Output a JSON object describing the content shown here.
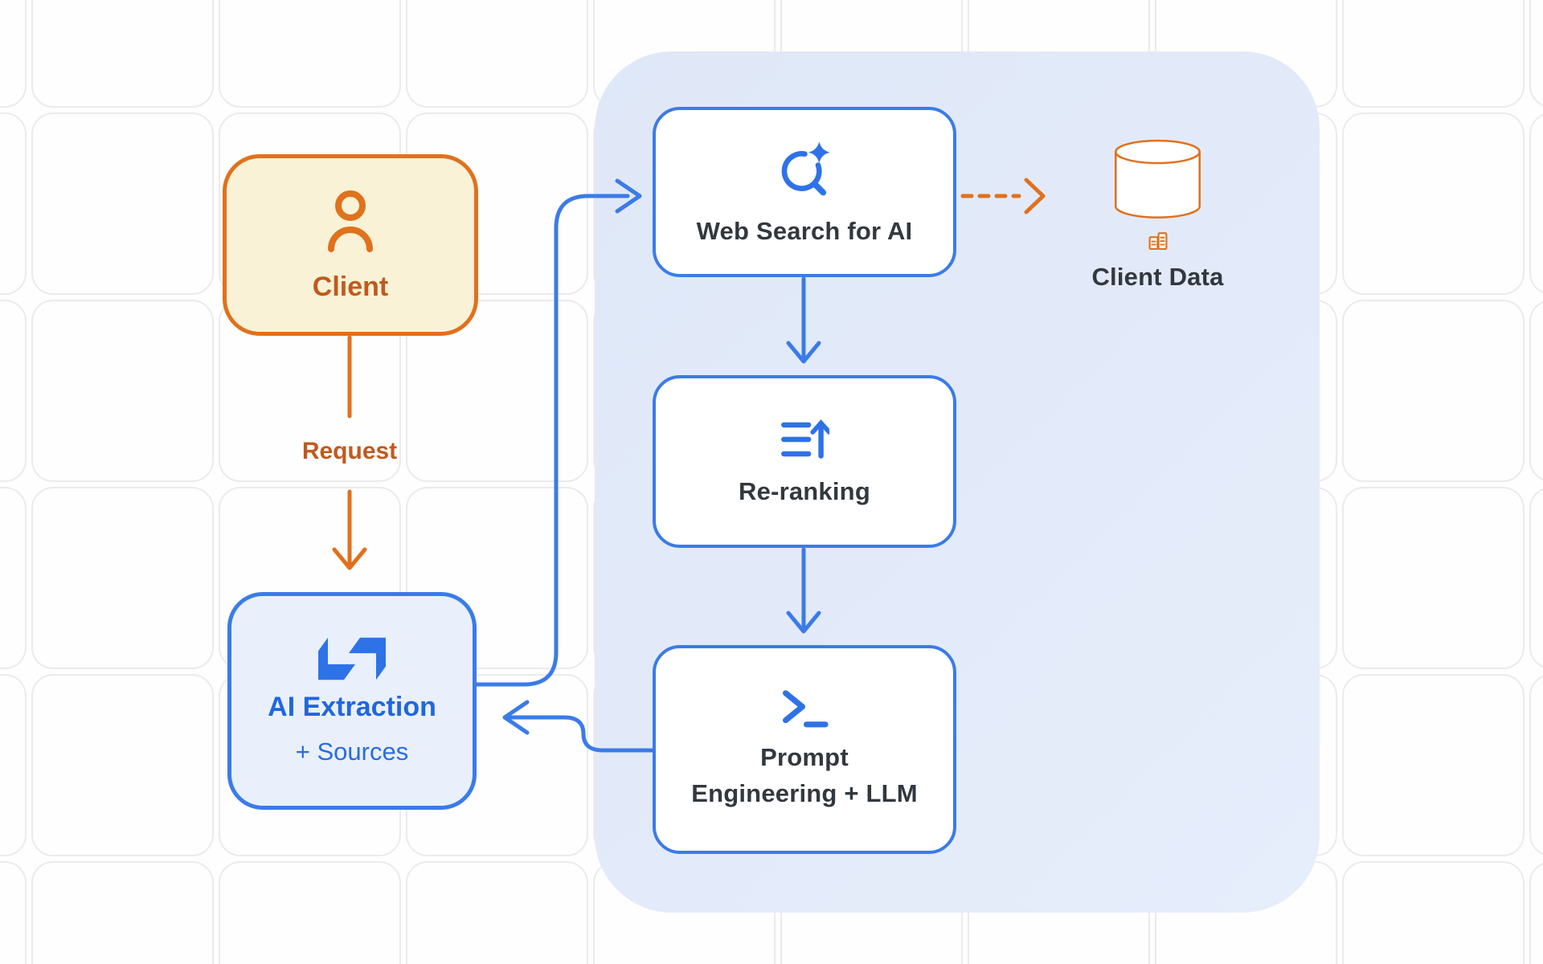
{
  "diagram": {
    "nodes": {
      "client": {
        "label": "Client",
        "icon": "person-icon"
      },
      "ai_extraction": {
        "label": "AI Extraction",
        "sublabel": "+ Sources",
        "icon": "loop-arrows-icon"
      },
      "web_search": {
        "label": "Web Search for AI",
        "icon": "ai-search-icon"
      },
      "client_data": {
        "label": "Client Data",
        "icon": "data-report-icon",
        "shape": "database-cylinder"
      },
      "re_ranking": {
        "label": "Re-ranking",
        "icon": "sort-ascending-icon"
      },
      "prompt_llm": {
        "label_line1": "Prompt",
        "label_line2": "Engineering + LLM",
        "icon": "terminal-icon"
      }
    },
    "edges": {
      "request_label": "Request",
      "flow": [
        "client -> ai_extraction (Request)",
        "ai_extraction -> web_search",
        "web_search -> client_data (dashed)",
        "web_search -> re_ranking",
        "re_ranking -> prompt_llm",
        "prompt_llm -> ai_extraction"
      ]
    },
    "colors": {
      "blue_accent": "#3b7be8",
      "blue_text": "#2166e0",
      "blue_fill_light": "#e9f0fc",
      "panel_fill": "#e1eaf9",
      "orange_accent": "#e0711d",
      "orange_fill_light": "#faf2d6",
      "orange_text": "#c05a1e",
      "dark_text": "#32383e",
      "grid_line": "#ebebeb"
    }
  }
}
